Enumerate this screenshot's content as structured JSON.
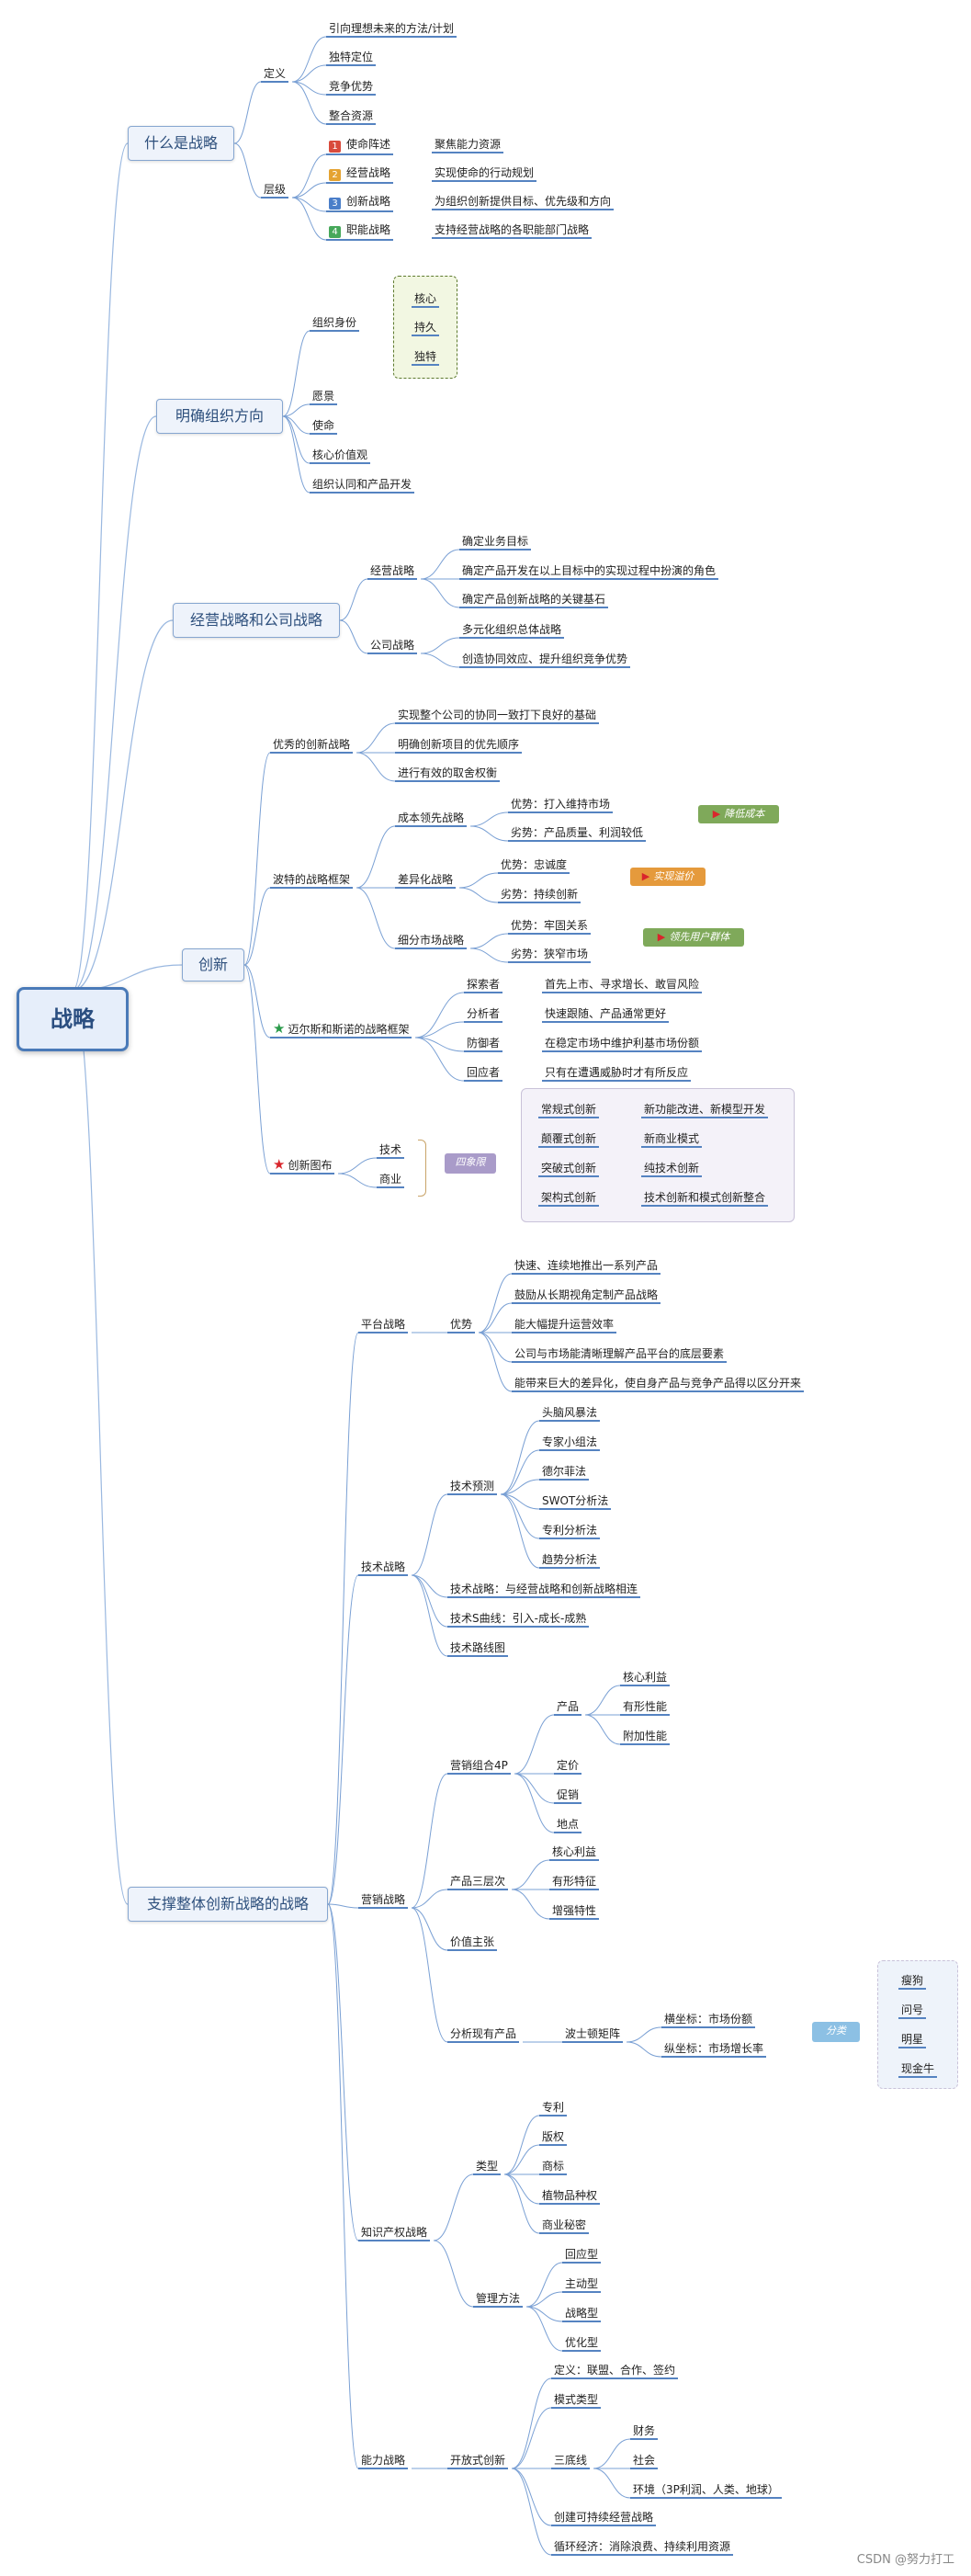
{
  "root": "战略",
  "branches": {
    "what": {
      "title": "什么是战略",
      "def_label": "定义",
      "defs": [
        "引向理想未来的方法/计划",
        "独特定位",
        "竞争优势",
        "整合资源"
      ],
      "level_label": "层级",
      "levels": [
        {
          "num": "1",
          "name": "使命阵述",
          "desc": "聚焦能力资源",
          "color": "#d94b3c"
        },
        {
          "num": "2",
          "name": "经营战略",
          "desc": "实现使命的行动规划",
          "color": "#e5a332"
        },
        {
          "num": "3",
          "name": "创新战略",
          "desc": "为组织创新提供目标、优先级和方向",
          "color": "#4a7ec9"
        },
        {
          "num": "4",
          "name": "职能战略",
          "desc": "支持经营战略的各职能部门战略",
          "color": "#46a85a"
        }
      ]
    },
    "direction": {
      "title": "明确组织方向",
      "identity_label": "组织身份",
      "identity": [
        "核心",
        "持久",
        "独特"
      ],
      "items": [
        "愿景",
        "使命",
        "核心价值观",
        "组织认同和产品开发"
      ]
    },
    "business": {
      "title": "经营战略和公司战略",
      "biz_label": "经营战略",
      "biz": [
        "确定业务目标",
        "确定产品开发在以上目标中的实现过程中扮演的角色",
        "确定产品创新战略的关键基石"
      ],
      "corp_label": "公司战略",
      "corp": [
        "多元化组织总体战略",
        "创造协同效应、提升组织竞争优势"
      ]
    },
    "innovation": {
      "title": "创新",
      "excellent_label": "优秀的创新战略",
      "excellent": [
        "实现整个公司的协同一致打下良好的基础",
        "明确创新项目的优先顺序",
        "进行有效的取舍权衡"
      ],
      "porter_label": "波特的战略框架",
      "cost_label": "成本领先战略",
      "cost": [
        "优势：打入维持市场",
        "劣势：产品质量、利润较低"
      ],
      "cost_callout": "降低成本",
      "diff_label": "差异化战略",
      "diff": [
        "优势：忠诚度",
        "劣势：持续创新"
      ],
      "diff_callout": "实现溢价",
      "niche_label": "细分市场战略",
      "niche": [
        "优势：牢固关系",
        "劣势：狭窄市场"
      ],
      "niche_callout": "领先用户群体",
      "miles_label": "迈尔斯和斯诺的战略框架",
      "miles": [
        {
          "role": "探索者",
          "desc": "首先上市、寻求增长、敢冒风险"
        },
        {
          "role": "分析者",
          "desc": "快速跟随、产品通常更好"
        },
        {
          "role": "防御者",
          "desc": "在稳定市场中维护利基市场份额"
        },
        {
          "role": "回应者",
          "desc": "只有在遭遇威胁时才有所反应"
        }
      ],
      "map_label": "创新图布",
      "map_axes": [
        "技术",
        "商业"
      ],
      "map_callout": "四象限",
      "map_types": [
        {
          "type": "常规式创新",
          "desc": "新功能改进、新模型开发"
        },
        {
          "type": "颠覆式创新",
          "desc": "新商业模式"
        },
        {
          "type": "突破式创新",
          "desc": "纯技术创新"
        },
        {
          "type": "架构式创新",
          "desc": "技术创新和模式创新整合"
        }
      ]
    },
    "support": {
      "title": "支撑整体创新战略的战略",
      "platform_label": "平台战略",
      "adv_label": "优势",
      "adv": [
        "快速、连续地推出一系列产品",
        "鼓励从长期视角定制产品战略",
        "能大幅提升运营效率",
        "公司与市场能清晰理解产品平台的底层要素",
        "能带来巨大的差异化，使自身产品与竞争产品得以区分开来"
      ],
      "tech_label": "技术战略",
      "forecast_label": "技术预测",
      "forecast": [
        "头脑风暴法",
        "专家小组法",
        "德尔菲法",
        "SWOT分析法",
        "专利分析法",
        "趋势分析法"
      ],
      "tech_items": [
        "技术战略：与经营战略和创新战略相连",
        "技术S曲线：引入-成长-成熟",
        "技术路线图"
      ],
      "marketing_label": "营销战略",
      "mix_label": "营销组合4P",
      "product_label": "产品",
      "product": [
        "核心利益",
        "有形性能",
        "附加性能"
      ],
      "mix": [
        "定价",
        "促销",
        "地点"
      ],
      "levels_label": "产品三层次",
      "levels": [
        "核心利益",
        "有形特征",
        "增强特性"
      ],
      "value_label": "价值主张",
      "analysis_label": "分析现有产品",
      "bcg_label": "波士顿矩阵",
      "bcg": [
        "横坐标：市场份额",
        "纵坐标：市场增长率"
      ],
      "bcg_callout": "分类",
      "bcg_types": [
        "瘦狗",
        "问号",
        "明星",
        "现金牛"
      ],
      "ip_label": "知识产权战略",
      "ip_type_label": "类型",
      "ip_types": [
        "专利",
        "版权",
        "商标",
        "植物品种权",
        "商业秘密"
      ],
      "ip_mgmt_label": "管理方法",
      "ip_mgmt": [
        "回应型",
        "主动型",
        "战略型",
        "优化型"
      ],
      "cap_label": "能力战略",
      "open_label": "开放式创新",
      "open_def": "定义：联盟、合作、签约",
      "open_mode": "模式类型",
      "triple_label": "三底线",
      "triple": [
        "财务",
        "社会",
        "环境（3P利润、人类、地球）"
      ],
      "open_more": [
        "创建可持续经营战略",
        "循环经济：消除浪费、持续利用资源"
      ]
    }
  },
  "watermark": "CSDN @努力打工"
}
